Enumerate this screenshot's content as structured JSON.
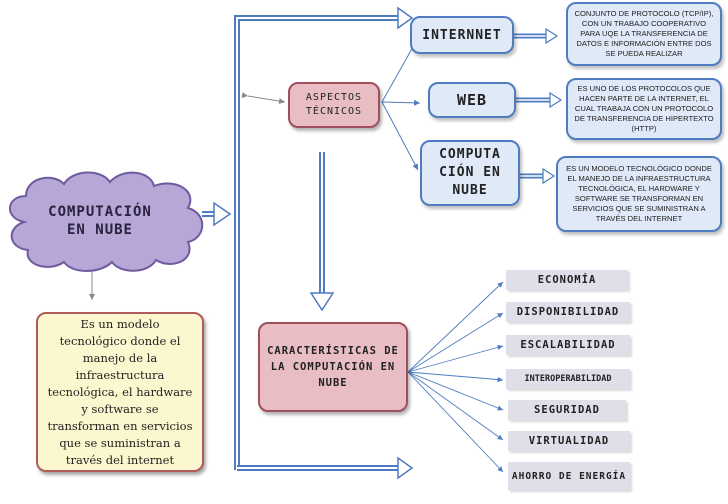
{
  "colors": {
    "accent_blue": "#4f7cc0",
    "cloud_fill": "#b6a7d6",
    "pink_fill": "#e8bdc4",
    "navy_fill": "#2c4a86",
    "yellow_fill": "#fbf7cf",
    "feature_fill": "#dfdfea"
  },
  "nodes": {
    "cloud": {
      "line1": "COMPUTACIÓN",
      "line2": "EN NUBE"
    },
    "definition": {
      "lines": [
        "Es un modelo",
        "tecnológico donde el",
        "manejo de la",
        "infraestructura",
        "tecnológica, el hardware",
        "y software se",
        "transforman en servicios",
        "que se suministran a",
        "través del internet"
      ]
    },
    "aspectos": {
      "line1": "ASPECTOS",
      "line2": "TÉCNICOS"
    },
    "internet": {
      "label": "INTERNNET"
    },
    "web": {
      "label": "WEB"
    },
    "computacion": {
      "line1": "COMPUTA",
      "line2": "CIÓN EN",
      "line3": "NUBE"
    },
    "desc_internet": {
      "lines": [
        "CONJUNTO DE PROTOCOLO (TCP/IP),",
        "CON UN TRABAJO COOPERATIVO",
        "PARA UQE LA TRANSFERENCIA DE",
        "DATOS E INFORMACIÓN ENTRE DOS",
        "SE PUEDA REALIZAR"
      ]
    },
    "desc_web": {
      "lines": [
        "ES UNO DE LOS PROTOCOLOS QUE",
        "HACEN PARTE DE LA INTERNET, EL",
        "CUAL TRABAJA CON UN PROTOCOLO",
        "DE TRANSFERENCIA DE HIPERTEXTO",
        "(HTTP)"
      ]
    },
    "desc_nube": {
      "lines": [
        "ES UN MODELO TECNOLÓGICO DONDE",
        "EL MANEJO DE LA INFRAESTRUCTURA",
        "TECNOLÓGICA, EL HARDWARE Y",
        "SOFTWARE SE TRANSFORMAN EN",
        "SERVICIOS QUE SE SUMINISTRAN A",
        "TRAVÉS DEL INTERNET"
      ]
    },
    "caracteristicas": {
      "line1": "CARACTERÍSTICAS DE",
      "line2": "LA COMPUTACIÓN EN",
      "line3": "NUBE"
    }
  },
  "features": [
    {
      "label": "ECONOMÍA"
    },
    {
      "label": "DISPONIBILIDAD"
    },
    {
      "label": "ESCALABILIDAD"
    },
    {
      "label": "INTEROPERABILIDAD"
    },
    {
      "label": "SEGURIDAD"
    },
    {
      "label": "VIRTUALIDAD"
    },
    {
      "label": "AHORRO DE ENERGÍA"
    }
  ]
}
